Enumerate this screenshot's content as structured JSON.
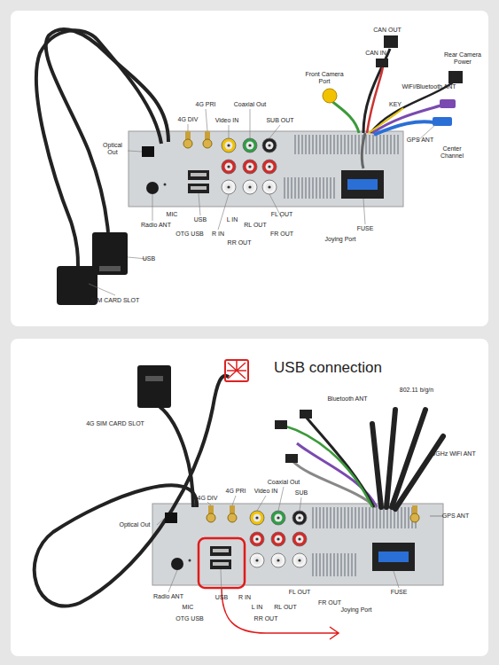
{
  "diagram": {
    "labels": [
      "CAN OUT",
      "Rear Camera Power",
      "Front Camera Port",
      "CAN IN",
      "WiFi/Bluetooth ANT",
      "KEY",
      "Video IN",
      "Coaxial Out",
      "SUB OUT",
      "4G DIV",
      "4G PRI",
      "Optical Out",
      "GPS ANT",
      "Center Channel",
      "MIC",
      "Radio ANT",
      "USB",
      "OTG USB",
      "R IN",
      "L IN",
      "RL OUT",
      "FL OUT",
      "FR OUT",
      "RR OUT",
      "FUSE",
      "Joying Port",
      "USB",
      "SIM CARD SLOT",
      "USB connection",
      "802.11 b/g/n",
      "Bluetooth ANT",
      "4G SIM CARD SLOT",
      "5GHz WiFi ANT",
      "Coaxial Out",
      "4G DIV",
      "4G PRI",
      "Video IN",
      "SUB",
      "Optical Out",
      "GPS ANT",
      "R IN",
      "L IN",
      "FL OUT",
      "FR OUT",
      "RL OUT",
      "Radio ANT",
      "MIC",
      "USB",
      "OTG USB",
      "RR OUT",
      "FUSE",
      "Joying Port"
    ]
  }
}
